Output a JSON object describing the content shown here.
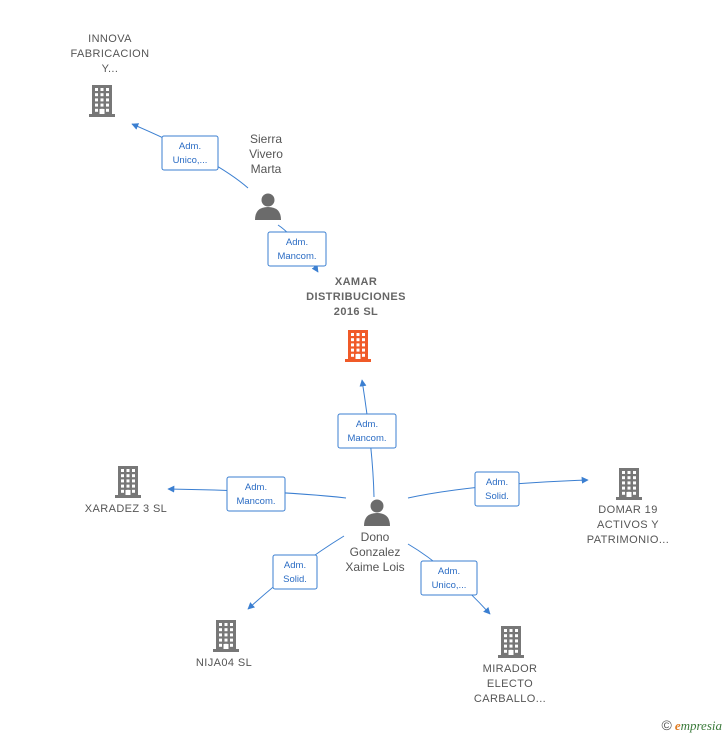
{
  "colors": {
    "edge": "#3b7fd1",
    "company": "#777777",
    "main_company": "#f05a28",
    "person": "#6b6b6b"
  },
  "nodes": [
    {
      "id": "innova",
      "type": "company",
      "label": [
        "INNOVA",
        "FABRICACION",
        "Y..."
      ]
    },
    {
      "id": "sierra",
      "type": "person",
      "label": [
        "Sierra",
        "Vivero",
        "Marta"
      ]
    },
    {
      "id": "xamar",
      "type": "main_company",
      "label": [
        "XAMAR",
        "DISTRIBUCIONES",
        "2016  SL"
      ]
    },
    {
      "id": "xaradez",
      "type": "company",
      "label": [
        "XARADEZ 3  SL"
      ]
    },
    {
      "id": "dono",
      "type": "person",
      "label": [
        "Dono",
        "Gonzalez",
        "Xaime Lois"
      ]
    },
    {
      "id": "domar",
      "type": "company",
      "label": [
        "DOMAR 19",
        "ACTIVOS Y",
        "PATRIMONIO..."
      ]
    },
    {
      "id": "nija",
      "type": "company",
      "label": [
        "NIJA04 SL"
      ]
    },
    {
      "id": "mirador",
      "type": "company",
      "label": [
        "MIRADOR",
        "ELECTO",
        "CARBALLO..."
      ]
    }
  ],
  "edges": [
    {
      "from": "sierra",
      "to": "innova",
      "label": [
        "Adm.",
        "Unico,..."
      ]
    },
    {
      "from": "sierra",
      "to": "xamar",
      "label": [
        "Adm.",
        "Mancom."
      ]
    },
    {
      "from": "dono",
      "to": "xamar",
      "label": [
        "Adm.",
        "Mancom."
      ]
    },
    {
      "from": "dono",
      "to": "xaradez",
      "label": [
        "Adm.",
        "Mancom."
      ]
    },
    {
      "from": "dono",
      "to": "domar",
      "label": [
        "Adm.",
        "Solid."
      ]
    },
    {
      "from": "dono",
      "to": "nija",
      "label": [
        "Adm.",
        "Solid."
      ]
    },
    {
      "from": "dono",
      "to": "mirador",
      "label": [
        "Adm.",
        "Unico,..."
      ]
    }
  ],
  "footer": {
    "copyright": "©",
    "brand_first": "e",
    "brand_rest": "mpresia"
  }
}
